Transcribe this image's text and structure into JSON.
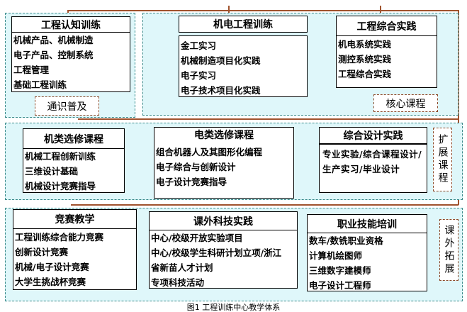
{
  "panel1": {
    "title": "工程认知训练",
    "items": [
      "机械产品、机械制造",
      "电子产品、控制系统",
      "工程管理",
      "基础工程训练"
    ],
    "tag": "通识普及"
  },
  "panel2": {
    "box1": {
      "title": "机电工程训练",
      "items": [
        "金工实习",
        "机械制造项目化实践",
        "电子实习",
        "电子技术项目化实践"
      ]
    },
    "box2": {
      "title": "工程综合实践",
      "items": [
        "机电系统实践",
        "测控系统实践",
        "工程综合实践"
      ]
    },
    "tag": "核心课程"
  },
  "panel3": {
    "box1": {
      "title": "机类选修课程",
      "items": [
        "机械工程创新训练",
        "三维设计基础",
        "机械设计竞赛指导"
      ]
    },
    "box2": {
      "title": "电类选修课程",
      "items": [
        "组合机器人及其图形化编程",
        "电子综合与创新设计",
        "电子设计竞赛指导"
      ]
    },
    "box3": {
      "title": "综合设计实践",
      "text": "专业实验/综合课程设计/生产实习/毕业设计"
    },
    "tag": "扩展课程"
  },
  "panel4": {
    "box1": {
      "title": "竞赛教学",
      "items": [
        "工程训练综合能力竞赛",
        "创新设计竞赛",
        "机械/电子设计竞赛",
        "大学生挑战杯竞赛"
      ]
    },
    "box2": {
      "title": "课外科技实践",
      "items": [
        "中心/校级开放实验项目",
        "中心/校级学生科研计划立项/浙江",
        "省新苗人才计划",
        "专项科技活动"
      ]
    },
    "box3": {
      "title": "职业技能培训",
      "items": [
        "数车/数铣职业资格",
        "计算机绘图师",
        "三维数字建模师",
        "电子设计工程师"
      ]
    },
    "tag": "课外拓展"
  },
  "caption": "图1  工程训练中心教学体系"
}
